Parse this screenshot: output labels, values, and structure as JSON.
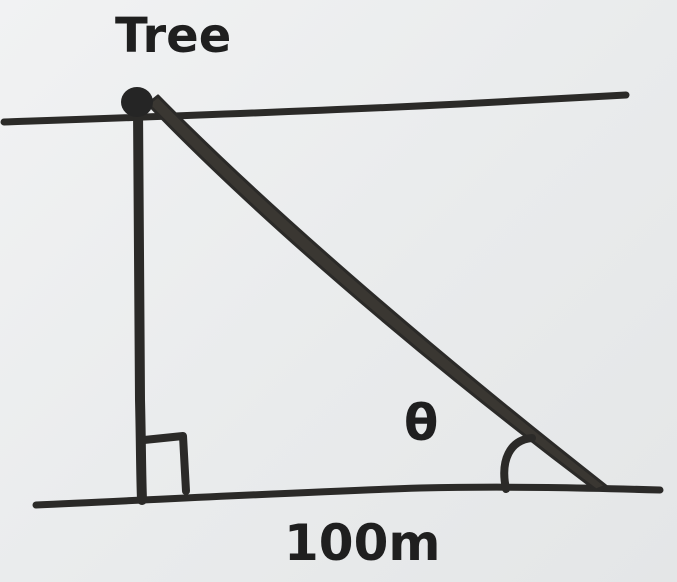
{
  "labels": {
    "top": "Tree",
    "angle": "θ",
    "base": "100m"
  }
}
